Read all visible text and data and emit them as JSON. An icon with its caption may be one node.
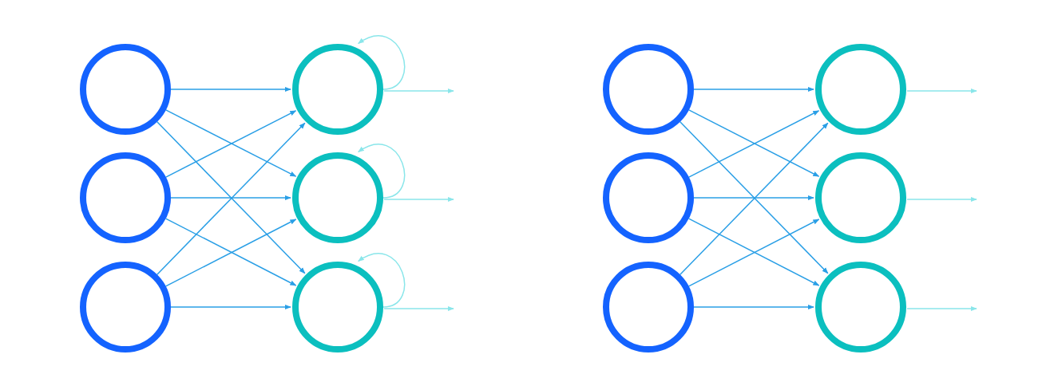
{
  "diagram": {
    "nodes": [
      {
        "text": [],
        "shape": "circle"
      },
      {
        "text": [],
        "shape": "circle"
      },
      {
        "text": [],
        "shape": "circle"
      },
      {
        "text": [],
        "shape": "circle"
      },
      {
        "text": [],
        "shape": "circle"
      },
      {
        "text": [],
        "shape": "circle"
      },
      {
        "text": [],
        "shape": "circle"
      },
      {
        "text": [],
        "shape": "circle"
      },
      {
        "text": [],
        "shape": "circle"
      },
      {
        "text": [],
        "shape": "circle"
      },
      {
        "text": [],
        "shape": "circle"
      },
      {
        "text": [],
        "shape": "circle"
      }
    ],
    "edges": [
      {
        "from": 0,
        "to": 3,
        "arrow": "to"
      },
      {
        "from": 0,
        "to": 4,
        "arrow": "to"
      },
      {
        "from": 0,
        "to": 5,
        "arrow": "to"
      },
      {
        "from": 1,
        "to": 3,
        "arrow": "to"
      },
      {
        "from": 1,
        "to": 4,
        "arrow": "to"
      },
      {
        "from": 1,
        "to": 5,
        "arrow": "to"
      },
      {
        "from": 2,
        "to": 3,
        "arrow": "to"
      },
      {
        "from": 2,
        "to": 4,
        "arrow": "to"
      },
      {
        "from": 2,
        "to": 5,
        "arrow": "to"
      },
      {
        "from": 3,
        "to": 3,
        "arrow": "to",
        "color": "#8ae6ea"
      },
      {
        "from": 4,
        "to": 4,
        "arrow": "to",
        "color": "#8ae6ea"
      },
      {
        "from": 5,
        "to": 5,
        "arrow": "to",
        "color": "#8ae6ea"
      },
      {
        "from": 3,
        "to": null,
        "arrow": "to",
        "color": "#8ae6ea"
      },
      {
        "from": 4,
        "to": null,
        "arrow": "to",
        "color": "#8ae6ea"
      },
      {
        "from": 5,
        "to": null,
        "arrow": "to",
        "color": "#8ae6ea"
      },
      {
        "from": 6,
        "to": 9,
        "arrow": "to"
      },
      {
        "from": 6,
        "to": 10,
        "arrow": "to"
      },
      {
        "from": 6,
        "to": 11,
        "arrow": "to"
      },
      {
        "from": 7,
        "to": 9,
        "arrow": "to"
      },
      {
        "from": 7,
        "to": 10,
        "arrow": "to"
      },
      {
        "from": 7,
        "to": 11,
        "arrow": "to"
      },
      {
        "from": 8,
        "to": 9,
        "arrow": "to"
      },
      {
        "from": 8,
        "to": 10,
        "arrow": "to"
      },
      {
        "from": 8,
        "to": 11,
        "arrow": "to"
      },
      {
        "from": 9,
        "to": null,
        "arrow": "to",
        "color": "#8ae6ea"
      },
      {
        "from": 10,
        "to": null,
        "arrow": "to",
        "color": "#8ae6ea"
      },
      {
        "from": 11,
        "to": null,
        "arrow": "to",
        "color": "#8ae6ea"
      }
    ]
  }
}
